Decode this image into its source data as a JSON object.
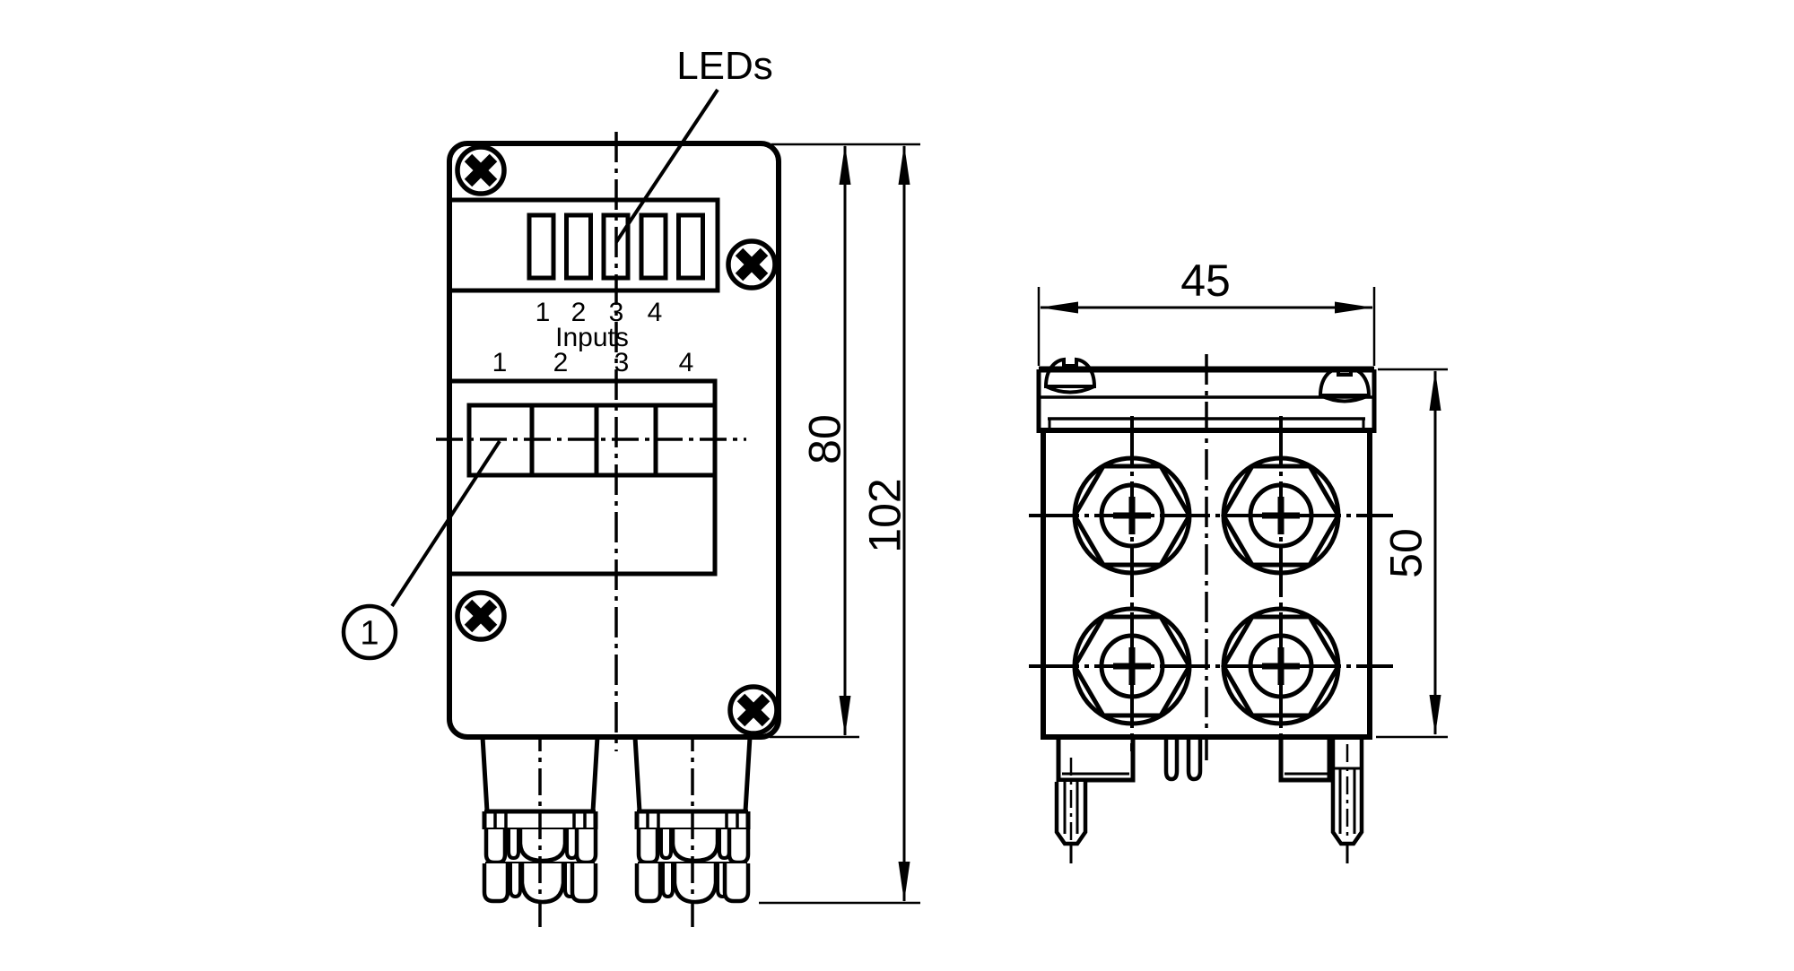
{
  "front_view": {
    "leds_label": "LEDs",
    "led_numbers": [
      "1",
      "2",
      "3",
      "4"
    ],
    "inputs_label": "Inputs",
    "input_numbers": [
      "1",
      "2",
      "3",
      "4"
    ],
    "callout_number": "1",
    "dim_body_height": "80",
    "dim_total_height": "102"
  },
  "side_view": {
    "dim_width": "45",
    "dim_height": "50"
  },
  "colors": {
    "line": "#000000",
    "background": "#ffffff"
  }
}
